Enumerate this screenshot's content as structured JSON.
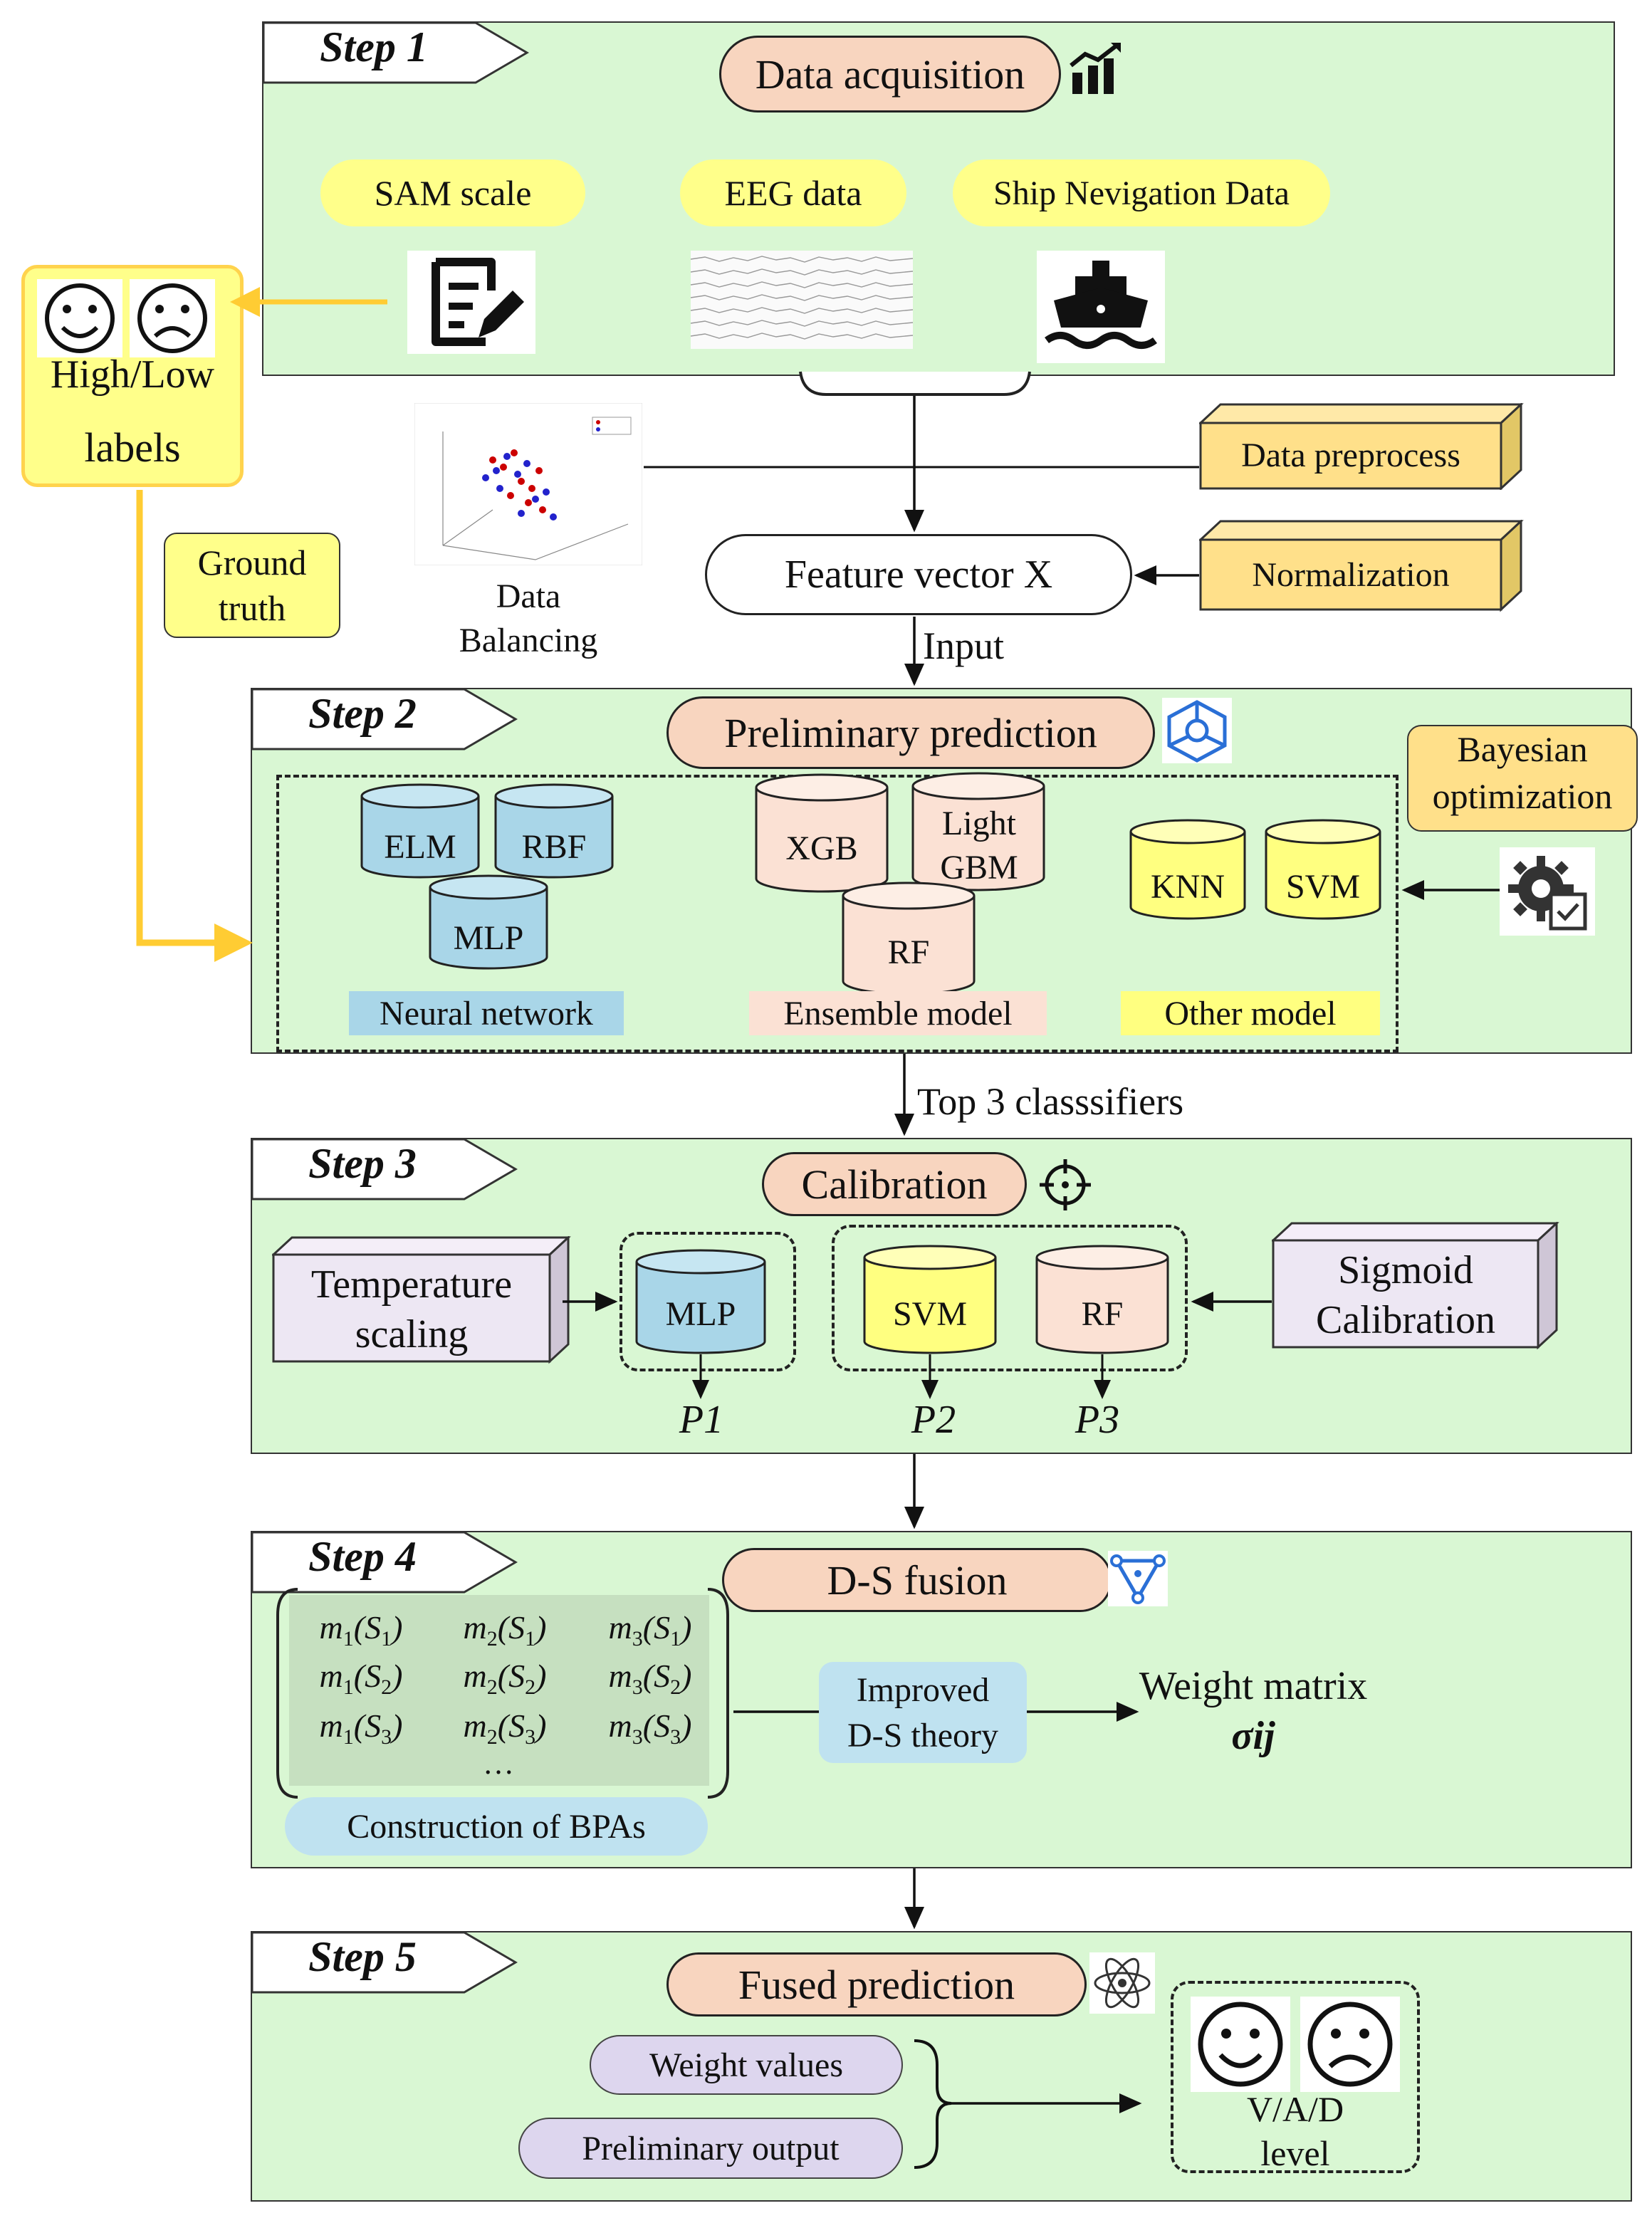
{
  "steps": [
    "Step 1",
    "Step 2",
    "Step 3",
    "Step 4",
    "Step 5"
  ],
  "step1": {
    "title": "Data acquisition",
    "sources": [
      "SAM scale",
      "EEG data",
      "Ship Nevigation Data"
    ],
    "icons": [
      "trend-chart-icon",
      "survey-edit-icon",
      "eeg-signal-image",
      "ship-icon"
    ]
  },
  "labels_box": {
    "line1": "High/Low",
    "line2": "labels",
    "icons": [
      "smile-face-icon",
      "sad-face-icon"
    ]
  },
  "ground_truth": {
    "line1": "Ground",
    "line2": "truth"
  },
  "data_balancing": {
    "line1": "Data",
    "line2": "Balancing"
  },
  "preprocess": [
    "Data preprocess",
    "Normalization"
  ],
  "feature_vector": "Feature vector X",
  "input_label": "Input",
  "step2": {
    "title": "Preliminary prediction",
    "bayesian": {
      "line1": "Bayesian",
      "line2": "optimization"
    },
    "groups": [
      {
        "name": "Neural network",
        "models": [
          "ELM",
          "RBF",
          "MLP"
        ],
        "color": "#a9d6e8"
      },
      {
        "name": "Ensemble model",
        "models": [
          "XGB",
          "Light GBM",
          "RF"
        ],
        "color": "#fbe1d4"
      },
      {
        "name": "Other model",
        "models": [
          "KNN",
          "SVM"
        ],
        "color": "#ffff80"
      }
    ]
  },
  "top3_label": "Top 3 classsifiers",
  "step3": {
    "title": "Calibration",
    "temperature": {
      "line1": "Temperature",
      "line2": "scaling"
    },
    "sigmoid": {
      "line1": "Sigmoid",
      "line2": "Calibration"
    },
    "models": [
      "MLP",
      "SVM",
      "RF"
    ],
    "outputs": [
      "P1",
      "P2",
      "P3"
    ]
  },
  "step4": {
    "title": "D-S fusion",
    "bpa_rows": [
      [
        "m1(S1)",
        "m2(S1)",
        "m3(S1)"
      ],
      [
        "m1(S2)",
        "m2(S2)",
        "m3(S2)"
      ],
      [
        "m1(S3)",
        "m2(S3)",
        "m3(S3)"
      ]
    ],
    "ellipsis": "…",
    "bpa_label": "Construction of BPAs",
    "improved": {
      "line1": "Improved",
      "line2": "D-S theory"
    },
    "weight": {
      "line1": "Weight matrix",
      "line2": "σij"
    }
  },
  "step5": {
    "title": "Fused prediction",
    "inputs": [
      "Weight values",
      "Preliminary output"
    ],
    "output": {
      "line1": "V/A/D",
      "line2": "level"
    }
  },
  "colors": {
    "panel": "#d9f7d3",
    "salmon": "#f8d5bf",
    "yellow": "#ffff8a",
    "gold": "#ffe08a",
    "arrow_gold": "#ffcc33"
  }
}
